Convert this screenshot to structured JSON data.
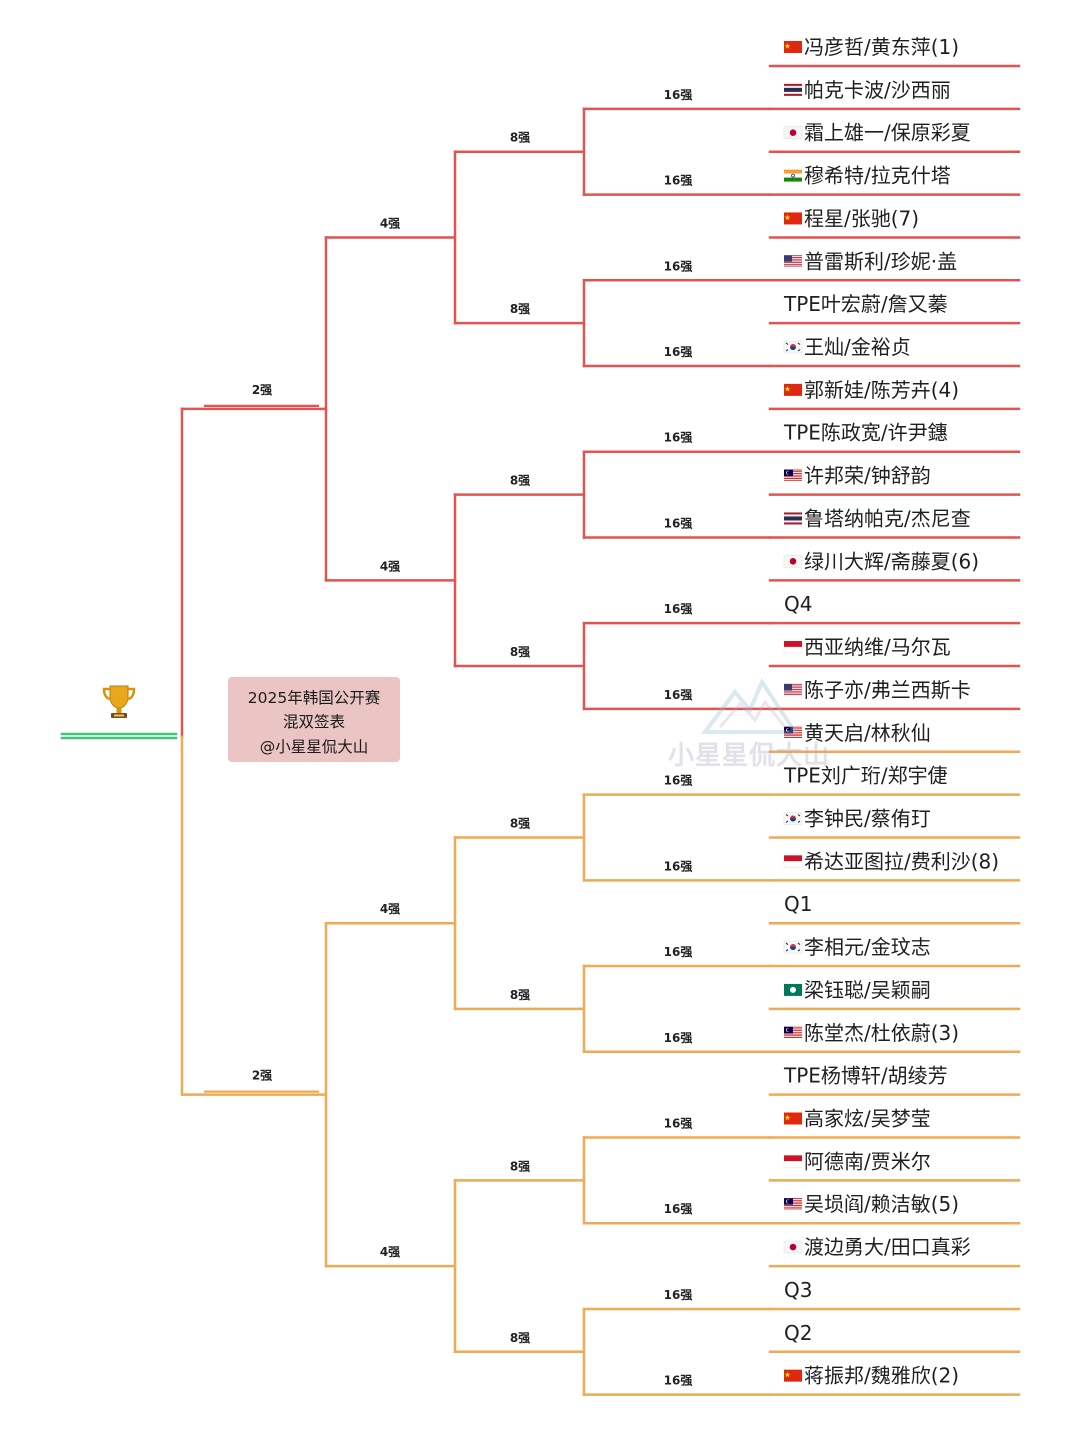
{
  "title": {
    "line1": "2025年韩国公开赛",
    "line2": "混双签表",
    "line3": "@小星星侃大山"
  },
  "watermark": "小星星侃大山",
  "colors": {
    "top_half": "#e05451",
    "bottom_half": "#eeaa55",
    "final": "#3cc878"
  },
  "round_labels": {
    "r16": "16强",
    "qf": "8强",
    "sf": "4强",
    "f": "2强"
  },
  "players": [
    {
      "flag": "china",
      "name": "冯彦哲/黄东萍(1)"
    },
    {
      "flag": "thailand",
      "name": "帕克卡波/沙西丽"
    },
    {
      "flag": "japan",
      "name": "霜上雄一/保原彩夏"
    },
    {
      "flag": "india",
      "name": "穆希特/拉克什塔"
    },
    {
      "flag": "china",
      "name": "程星/张驰(7)"
    },
    {
      "flag": "usa",
      "name": "普雷斯利/珍妮·盖"
    },
    {
      "flag": "",
      "name": "TPE叶宏蔚/詹又蓁"
    },
    {
      "flag": "korea",
      "name": "王灿/金裕贞"
    },
    {
      "flag": "china",
      "name": "郭新娃/陈芳卉(4)"
    },
    {
      "flag": "",
      "name": "TPE陈政宽/许尹鏸"
    },
    {
      "flag": "malaysia",
      "name": "许邦荣/钟舒韵"
    },
    {
      "flag": "thailand",
      "name": "鲁塔纳帕克/杰尼查"
    },
    {
      "flag": "japan",
      "name": "绿川大辉/斋藤夏(6)"
    },
    {
      "flag": "",
      "name": "Q4"
    },
    {
      "flag": "indonesia",
      "name": "西亚纳维/马尔瓦"
    },
    {
      "flag": "usa",
      "name": "陈子亦/弗兰西斯卡"
    },
    {
      "flag": "malaysia",
      "name": "黄天启/林秋仙"
    },
    {
      "flag": "",
      "name": "TPE刘广珩/郑宇倢"
    },
    {
      "flag": "korea",
      "name": "李钟民/蔡侑玎"
    },
    {
      "flag": "indonesia",
      "name": "希达亚图拉/费利沙(8)"
    },
    {
      "flag": "",
      "name": "Q1"
    },
    {
      "flag": "korea",
      "name": "李相元/金玟志"
    },
    {
      "flag": "macau",
      "name": "梁钰聪/吴颖嗣"
    },
    {
      "flag": "malaysia",
      "name": "陈堂杰/杜依蔚(3)"
    },
    {
      "flag": "",
      "name": "TPE杨博轩/胡绫芳"
    },
    {
      "flag": "china",
      "name": "高家炫/吴梦莹"
    },
    {
      "flag": "indonesia",
      "name": "阿德南/贾米尔"
    },
    {
      "flag": "malaysia",
      "name": "吴埙阎/赖洁敏(5)"
    },
    {
      "flag": "japan",
      "name": "渡边勇大/田口真彩"
    },
    {
      "flag": "",
      "name": "Q3"
    },
    {
      "flag": "",
      "name": "Q2"
    },
    {
      "flag": "china",
      "name": "蒋振邦/魏雅欣(2)"
    }
  ]
}
